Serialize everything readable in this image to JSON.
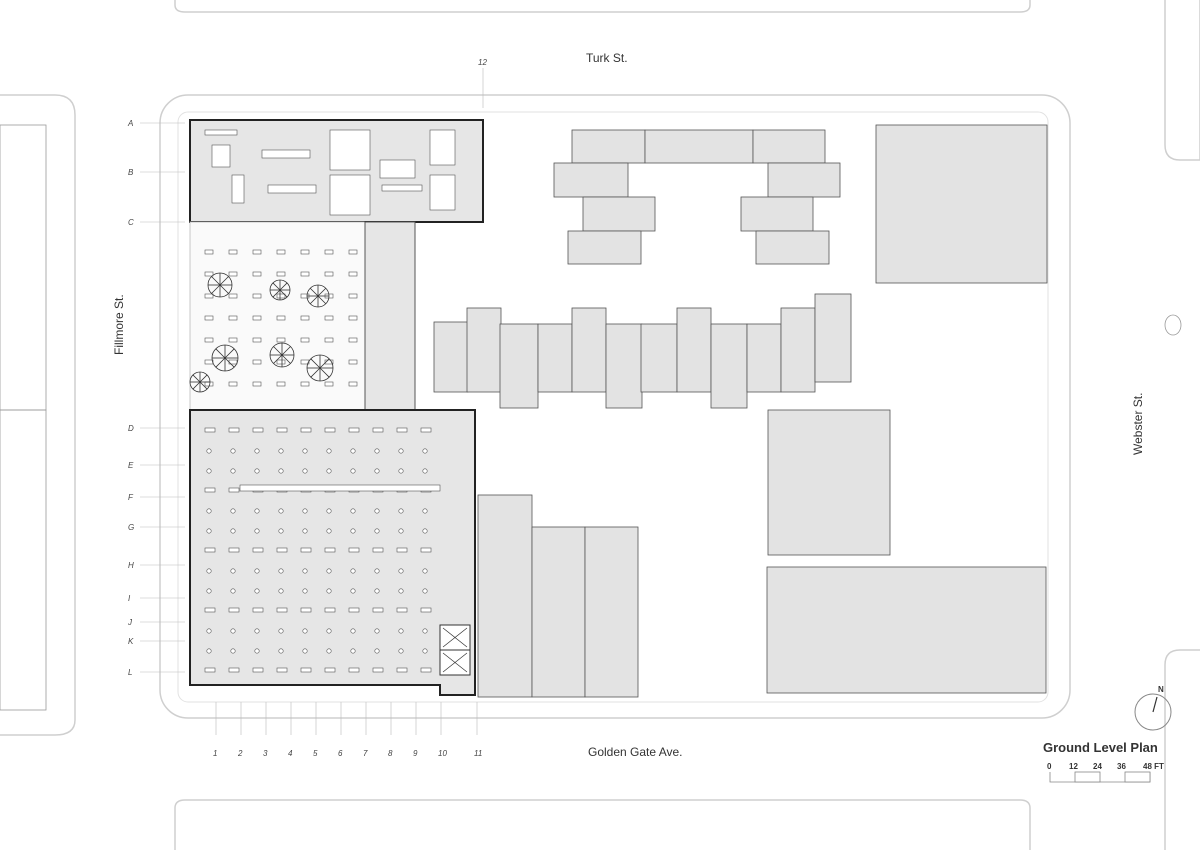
{
  "streets": {
    "north": "Turk St.",
    "south": "Golden Gate Ave.",
    "west": "Fillmore St.",
    "east": "Webster St."
  },
  "grid": {
    "rows": [
      "A",
      "B",
      "C",
      "D",
      "E",
      "F",
      "G",
      "H",
      "I",
      "J",
      "K",
      "L"
    ],
    "columns": [
      "1",
      "2",
      "3",
      "4",
      "5",
      "6",
      "7",
      "8",
      "9",
      "10",
      "11"
    ],
    "top_column": "12"
  },
  "legend": {
    "title": "Ground Level Plan",
    "north_label": "N",
    "scale_ticks": [
      "0",
      "12",
      "24",
      "36",
      "48 FT"
    ]
  },
  "colors": {
    "building_fill": "#e3e3e3",
    "outline": "#444444",
    "curb": "#cfcfcf"
  }
}
